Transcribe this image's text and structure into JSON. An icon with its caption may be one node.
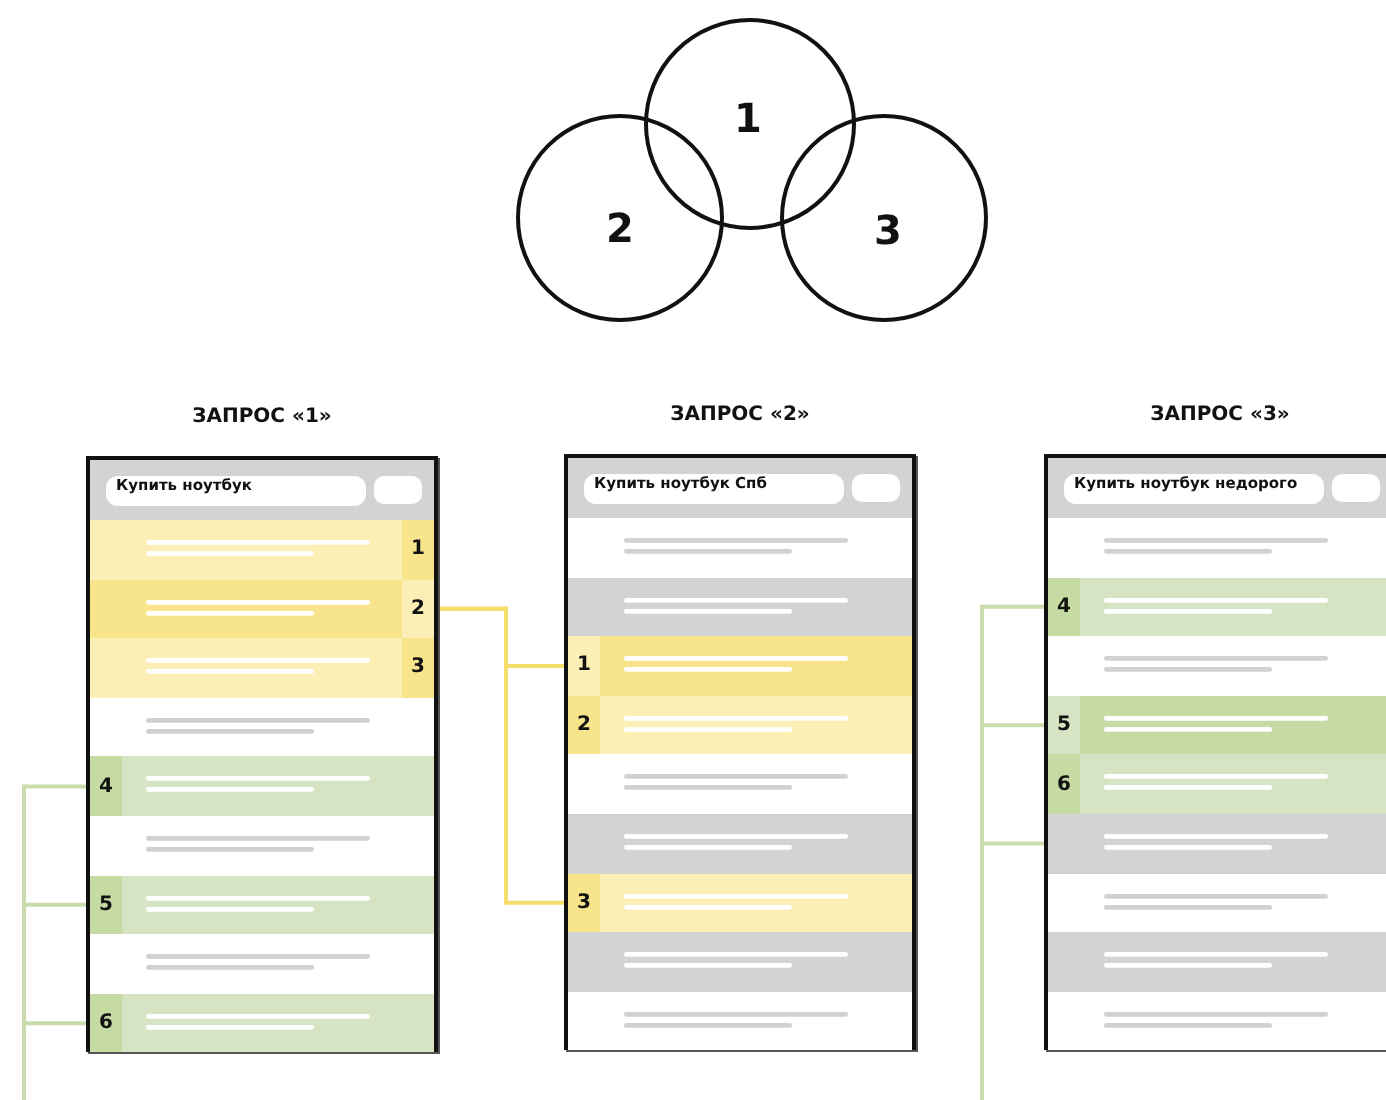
{
  "diagram": {
    "nodes": [
      {
        "text": [
          "1"
        ]
      },
      {
        "text": [
          "2"
        ]
      },
      {
        "text": [
          "3"
        ]
      },
      {
        "text": [
          "ЗАПРОС «1»"
        ]
      },
      {
        "text": [
          "Купить ноутбук"
        ],
        "in": 3
      },
      {
        "text": [
          "1"
        ],
        "in": 3
      },
      {
        "text": [
          "2"
        ],
        "in": 3
      },
      {
        "text": [
          "3"
        ],
        "in": 3
      },
      {
        "text": [],
        "shape": "bar",
        "in": 3
      },
      {
        "text": [
          "4"
        ],
        "in": 3
      },
      {
        "text": [],
        "shape": "bar",
        "in": 3
      },
      {
        "text": [
          "5"
        ],
        "in": 3
      },
      {
        "text": [],
        "shape": "bar",
        "in": 3
      },
      {
        "text": [
          "6"
        ],
        "in": 3
      },
      {
        "text": [
          "ЗАПРОС «2»"
        ]
      },
      {
        "text": [
          "Купить ноутбук Спб"
        ],
        "in": 14
      },
      {
        "text": [],
        "shape": "bar",
        "in": 14
      },
      {
        "text": [],
        "shape": "bar",
        "in": 14
      },
      {
        "text": [
          "1"
        ],
        "in": 14
      },
      {
        "text": [
          "2"
        ],
        "in": 14
      },
      {
        "text": [],
        "shape": "bar",
        "in": 14
      },
      {
        "text": [],
        "shape": "bar",
        "in": 14
      },
      {
        "text": [
          "3"
        ],
        "in": 14
      },
      {
        "text": [],
        "shape": "bar",
        "in": 14
      },
      {
        "text": [],
        "shape": "bar",
        "in": 14
      },
      {
        "text": [
          "ЗАПРОС «3»"
        ]
      },
      {
        "text": [
          "Купить ноутбук недорого"
        ],
        "in": 25
      },
      {
        "text": [],
        "shape": "bar",
        "in": 25
      },
      {
        "text": [
          "4"
        ],
        "in": 25
      },
      {
        "text": [],
        "shape": "bar",
        "in": 25
      },
      {
        "text": [
          "5"
        ],
        "in": 25
      },
      {
        "text": [
          "6"
        ],
        "in": 25
      },
      {
        "text": [],
        "shape": "bar",
        "in": 25
      },
      {
        "text": [],
        "shape": "bar",
        "in": 25
      },
      {
        "text": [],
        "shape": "bar",
        "in": 25
      },
      {
        "text": [],
        "shape": "bar",
        "in": 25
      }
    ],
    "edges": [
      {
        "from": 6,
        "to": 18,
        "arrow": "none",
        "color": "#f6dc6a"
      },
      {
        "from": 6,
        "to": 22,
        "arrow": "none",
        "color": "#f6dc6a"
      },
      {
        "from": null,
        "to": 9,
        "arrow": "none"
      },
      {
        "from": null,
        "to": 11,
        "arrow": "none"
      },
      {
        "from": null,
        "to": 13,
        "arrow": "none"
      },
      {
        "from": null,
        "to": 28,
        "arrow": "none"
      },
      {
        "from": null,
        "to": 30,
        "arrow": "none"
      },
      {
        "from": null,
        "to": 32,
        "arrow": "none"
      }
    ]
  }
}
